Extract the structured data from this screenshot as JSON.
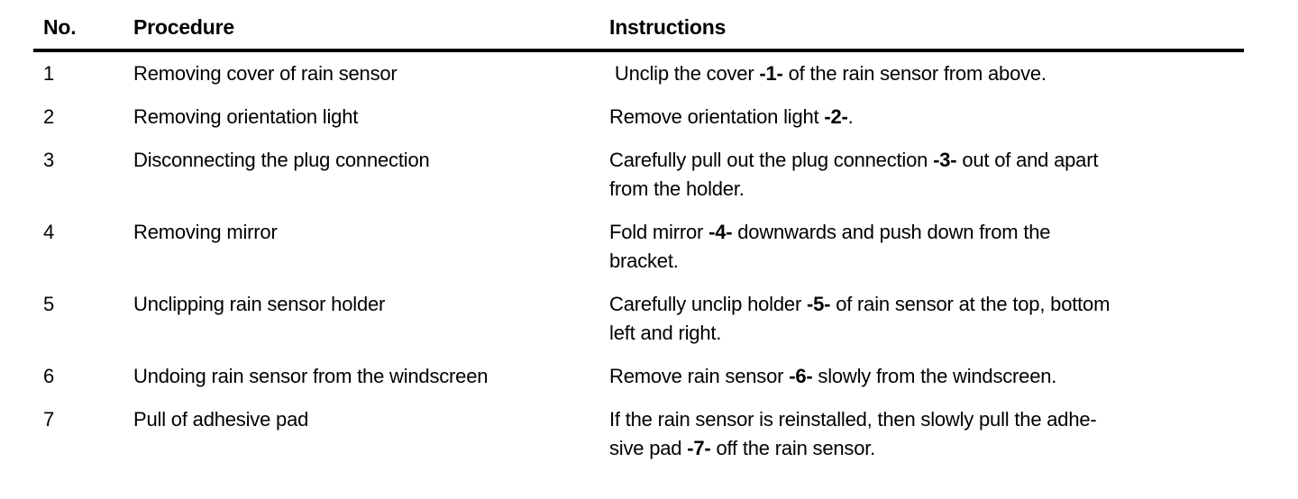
{
  "colors": {
    "text": "#000000",
    "background": "#ffffff",
    "rule": "#000000"
  },
  "table": {
    "headers": {
      "no": "No.",
      "procedure": "Procedure",
      "instructions": "Instructions"
    },
    "rows": [
      {
        "no": "1",
        "procedure": "Removing cover of rain sensor",
        "instruction": [
          {
            "text": " Unclip the cover "
          },
          {
            "text": "-1-",
            "bold": true
          },
          {
            "text": " of the rain sensor from above."
          }
        ]
      },
      {
        "no": "2",
        "procedure": "Removing orientation light",
        "instruction": [
          {
            "text": "Remove orientation light "
          },
          {
            "text": "-2-",
            "bold": true
          },
          {
            "text": "."
          }
        ]
      },
      {
        "no": "3",
        "procedure": "Disconnecting the plug connection",
        "instruction": [
          {
            "text": "Carefully pull out the plug connection "
          },
          {
            "text": "-3-",
            "bold": true
          },
          {
            "text": " out of and apart\nfrom the holder."
          }
        ]
      },
      {
        "no": "4",
        "procedure": "Removing mirror",
        "instruction": [
          {
            "text": "Fold mirror "
          },
          {
            "text": "-4-",
            "bold": true
          },
          {
            "text": " downwards and push down from the\nbracket."
          }
        ]
      },
      {
        "no": "5",
        "procedure": "Unclipping rain sensor holder",
        "instruction": [
          {
            "text": "Carefully unclip holder "
          },
          {
            "text": "-5-",
            "bold": true
          },
          {
            "text": " of rain sensor at the top, bottom\nleft and right."
          }
        ]
      },
      {
        "no": "6",
        "procedure": "Undoing rain sensor from the windscreen",
        "instruction": [
          {
            "text": "Remove rain sensor "
          },
          {
            "text": "-6-",
            "bold": true
          },
          {
            "text": " slowly from the windscreen."
          }
        ]
      },
      {
        "no": "7",
        "procedure": "Pull of adhesive pad",
        "instruction": [
          {
            "text": "If the rain sensor is reinstalled, then slowly pull the adhe-\nsive pad "
          },
          {
            "text": "-7-",
            "bold": true
          },
          {
            "text": " off the rain sensor."
          }
        ]
      }
    ]
  }
}
